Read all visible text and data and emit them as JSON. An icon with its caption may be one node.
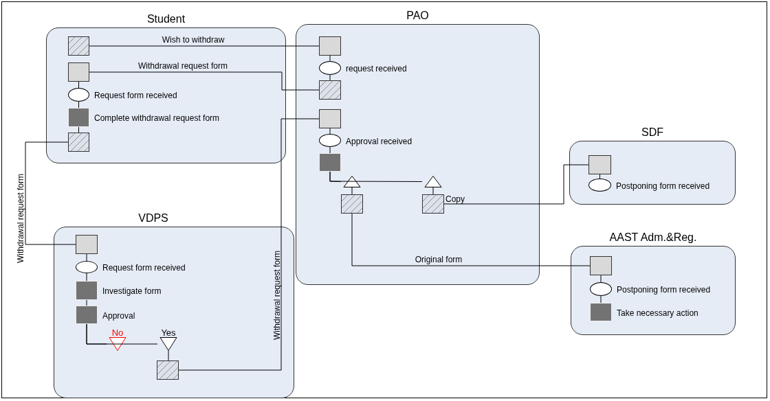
{
  "diagram": {
    "nodes": [
      {
        "text": [
          "Student"
        ]
      },
      {
        "text": [],
        "shape": "hatched-box",
        "in": 0
      },
      {
        "text": [],
        "shape": "box",
        "in": 0
      },
      {
        "text": [],
        "shape": "ellipse",
        "in": 0,
        "beside": [
          "Request form received"
        ]
      },
      {
        "text": [],
        "shape": "block",
        "in": 0,
        "beside": [
          "Complete withdrawal request form"
        ]
      },
      {
        "text": [],
        "shape": "hatched-box",
        "in": 0
      },
      {
        "text": [
          "PAO"
        ]
      },
      {
        "text": [],
        "shape": "box",
        "in": 6
      },
      {
        "text": [],
        "shape": "ellipse",
        "in": 6,
        "beside": [
          "request received"
        ]
      },
      {
        "text": [],
        "shape": "hatched-box",
        "in": 6
      },
      {
        "text": [],
        "shape": "box",
        "in": 6
      },
      {
        "text": [],
        "shape": "ellipse",
        "in": 6,
        "beside": [
          "Approval received"
        ]
      },
      {
        "text": [],
        "shape": "block",
        "in": 6
      },
      {
        "text": [],
        "shape": "triangle",
        "in": 6
      },
      {
        "text": [],
        "shape": "triangle",
        "in": 6
      },
      {
        "text": [],
        "shape": "hatched-box",
        "in": 6
      },
      {
        "text": [],
        "shape": "hatched-box",
        "in": 6
      },
      {
        "text": [
          "SDF"
        ]
      },
      {
        "text": [],
        "shape": "box",
        "in": 17
      },
      {
        "text": [],
        "shape": "ellipse",
        "in": 17,
        "beside": [
          "Postponing form received"
        ]
      },
      {
        "text": [
          "VDPS"
        ]
      },
      {
        "text": [],
        "shape": "box",
        "in": 20
      },
      {
        "text": [],
        "shape": "ellipse",
        "in": 20,
        "beside": [
          "Request form received"
        ]
      },
      {
        "text": [],
        "shape": "block",
        "in": 20,
        "beside": [
          "Investigate form"
        ]
      },
      {
        "text": [],
        "shape": "block",
        "in": 20,
        "beside": [
          "Approval"
        ]
      },
      {
        "text": [],
        "shape": "inverted-triangle",
        "in": 20,
        "beside": [
          "No"
        ]
      },
      {
        "text": [],
        "shape": "inverted-triangle",
        "in": 20,
        "beside": [
          "Yes"
        ]
      },
      {
        "text": [],
        "shape": "hatched-box",
        "in": 20
      },
      {
        "text": [
          "AAST Adm.&Reg."
        ]
      },
      {
        "text": [],
        "shape": "box",
        "in": 28
      },
      {
        "text": [],
        "shape": "ellipse",
        "in": 28,
        "beside": [
          "Postponing form received"
        ]
      },
      {
        "text": [],
        "shape": "block",
        "in": 28,
        "beside": [
          "Take necessary action"
        ]
      }
    ],
    "edges": [
      {
        "from": 1,
        "to": 7,
        "arrow": "none",
        "label": "Wish to withdraw"
      },
      {
        "from": 2,
        "to": 9,
        "arrow": "none",
        "label": "Withdrawal request form"
      },
      {
        "from": 2,
        "to": 3,
        "arrow": "none"
      },
      {
        "from": 3,
        "to": 4,
        "arrow": "none"
      },
      {
        "from": 4,
        "to": 5,
        "arrow": "none"
      },
      {
        "from": 5,
        "to": 21,
        "arrow": "none",
        "label": "Withdrawal request form"
      },
      {
        "from": 7,
        "to": 8,
        "arrow": "none"
      },
      {
        "from": 8,
        "to": 9,
        "arrow": "none"
      },
      {
        "from": 10,
        "to": 11,
        "arrow": "none"
      },
      {
        "from": 11,
        "to": 12,
        "arrow": "none"
      },
      {
        "from": 12,
        "to": 13,
        "arrow": "none"
      },
      {
        "from": 12,
        "to": 14,
        "arrow": "none"
      },
      {
        "from": 13,
        "to": 15,
        "arrow": "none"
      },
      {
        "from": 14,
        "to": 16,
        "arrow": "none"
      },
      {
        "from": 16,
        "to": 18,
        "arrow": "none",
        "label": "Copy"
      },
      {
        "from": 15,
        "to": 29,
        "arrow": "none",
        "label": "Original form"
      },
      {
        "from": 18,
        "to": 19,
        "arrow": "none"
      },
      {
        "from": 21,
        "to": 22,
        "arrow": "none"
      },
      {
        "from": 22,
        "to": 23,
        "arrow": "none"
      },
      {
        "from": 23,
        "to": 24,
        "arrow": "none"
      },
      {
        "from": 24,
        "to": 25,
        "arrow": "none"
      },
      {
        "from": 24,
        "to": 26,
        "arrow": "none"
      },
      {
        "from": 26,
        "to": 27,
        "arrow": "none"
      },
      {
        "from": 27,
        "to": 10,
        "arrow": "none",
        "label": "Withdrawal request form"
      },
      {
        "from": 29,
        "to": 30,
        "arrow": "none"
      },
      {
        "from": 30,
        "to": 31,
        "arrow": "none"
      }
    ]
  }
}
